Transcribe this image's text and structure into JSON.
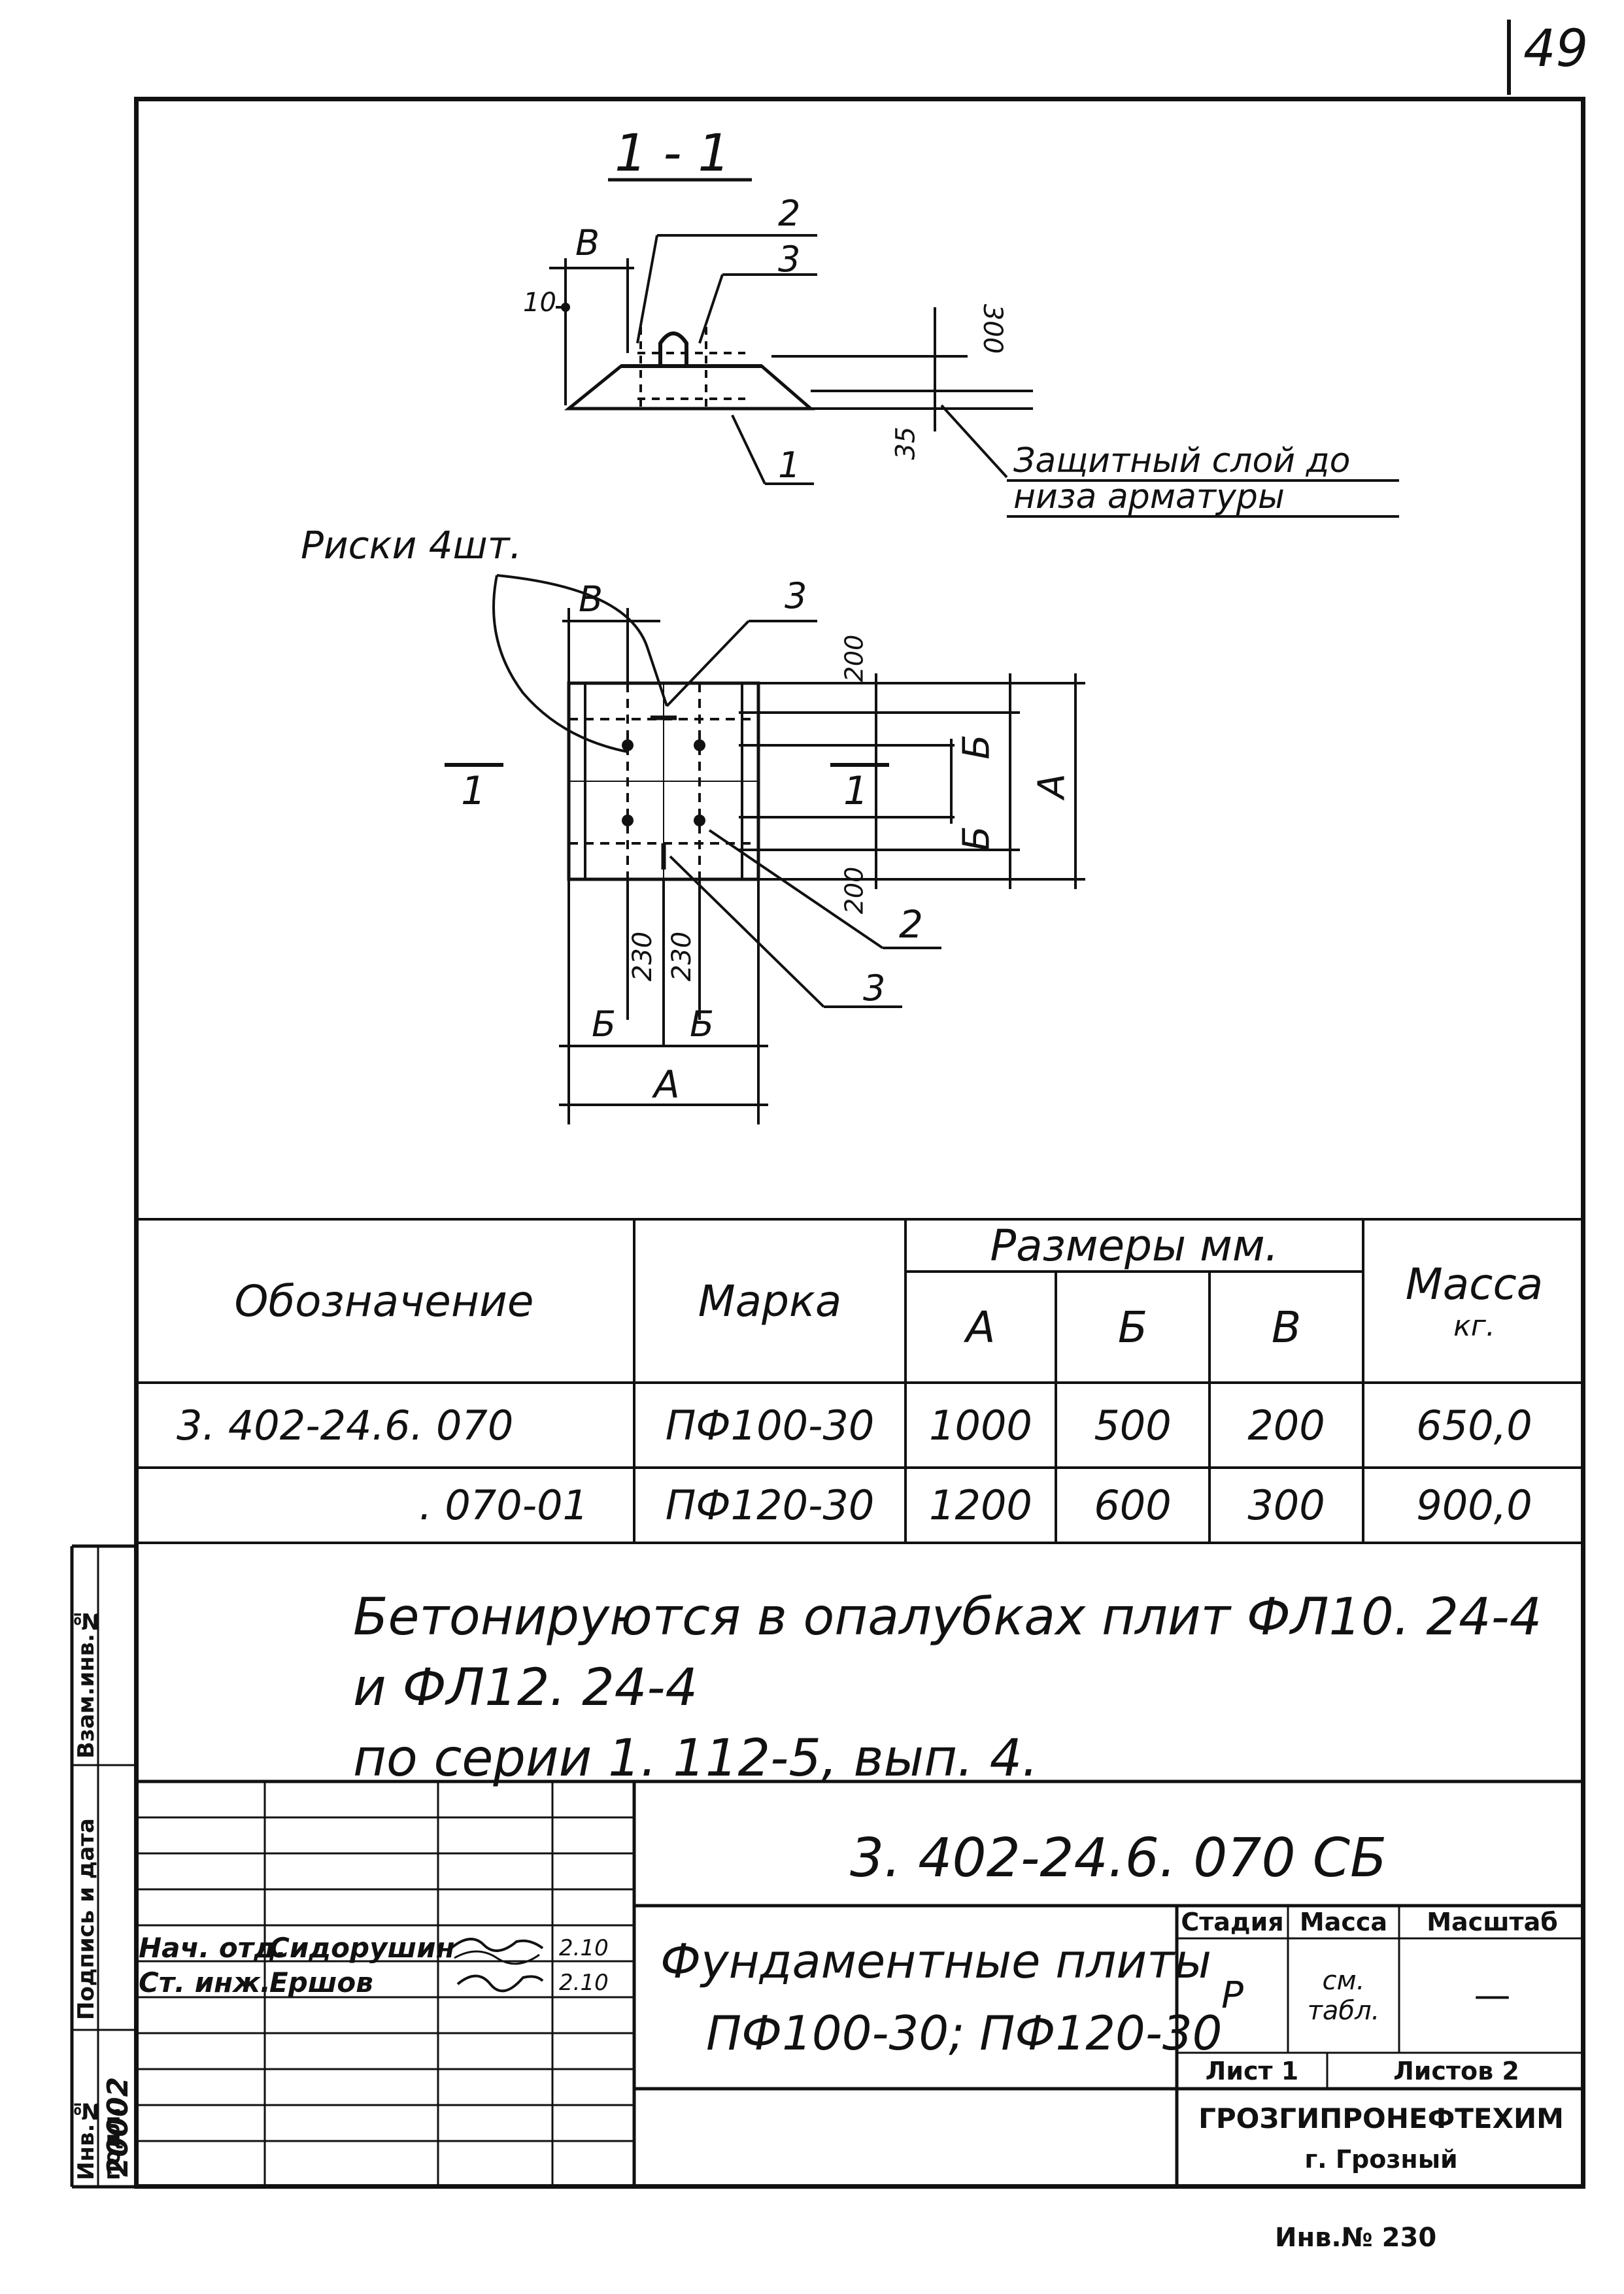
{
  "page_number": "49",
  "section_title": "1 - 1",
  "section_labels": {
    "b": "В",
    "p2": "2",
    "p3": "3",
    "d10": "10",
    "d300": "300",
    "d35": "35",
    "p1": "1",
    "cover_note_line1": "Защитный слой до",
    "cover_note_line2": "низа арматуры"
  },
  "plan_labels": {
    "risks": "Риски 4шт.",
    "b": "В",
    "p3_top": "3",
    "d200_top": "200",
    "d200_bottom": "200",
    "dim_b1": "Б",
    "dim_b2": "Б",
    "dim_a": "А",
    "section_left": "1",
    "section_right": "1",
    "p2": "2",
    "p3_bottom": "3",
    "d230a": "230",
    "d230b": "230",
    "bottom_b1": "Б",
    "bottom_b2": "Б",
    "bottom_a": "А"
  },
  "table": {
    "col_designation": "Обозначение",
    "col_mark": "Марка",
    "col_sizes": "Размеры  мм.",
    "col_a": "А",
    "col_b": "Б",
    "col_v": "В",
    "col_mass_1": "Масса",
    "col_mass_2": "кг.",
    "rows": [
      {
        "designation": "3. 402-24.6. 070",
        "mark": "ПФ100-30",
        "a": "1000",
        "b": "500",
        "v": "200",
        "mass": "650,0"
      },
      {
        "designation": ". 070-01",
        "mark": "ПФ120-30",
        "a": "1200",
        "b": "600",
        "v": "300",
        "mass": "900,0"
      }
    ]
  },
  "note": {
    "line1": "Бетонируются в опалубках плит ФЛ10. 24-4 и ФЛ12. 24-4",
    "line2": "по серии 1. 112-5, вып. 4."
  },
  "side_stamp": {
    "zam": "Взам.инв.№",
    "sign": "Подпись и дата",
    "inv": "Инв.№ подл.",
    "inv_value": "20002"
  },
  "title_block": {
    "code": "3. 402-24.6. 070 СБ",
    "title_line1": "Фундаментные плиты",
    "title_line2": "ПФ100-30; ПФ120-30",
    "stage_label": "Стадия",
    "mass_label": "Масса",
    "scale_label": "Масштаб",
    "stage_value": "Р",
    "mass_value_1": "см.",
    "mass_value_2": "табл.",
    "scale_value": "—",
    "sheet_label": "Лист 1",
    "sheets_label": "Листов 2",
    "org_1": "ГРОЗГИПРОНЕФТЕХИМ",
    "org_2": "г. Грозный",
    "person_role_1": "Нач. отд.",
    "person_name_1": "Сидорушин",
    "person_date_1": "2.10",
    "person_role_2": "Ст. инж.",
    "person_name_2": "Ершов",
    "person_date_2": "2.10"
  },
  "inventory_bottom": "Инв.№ 230"
}
